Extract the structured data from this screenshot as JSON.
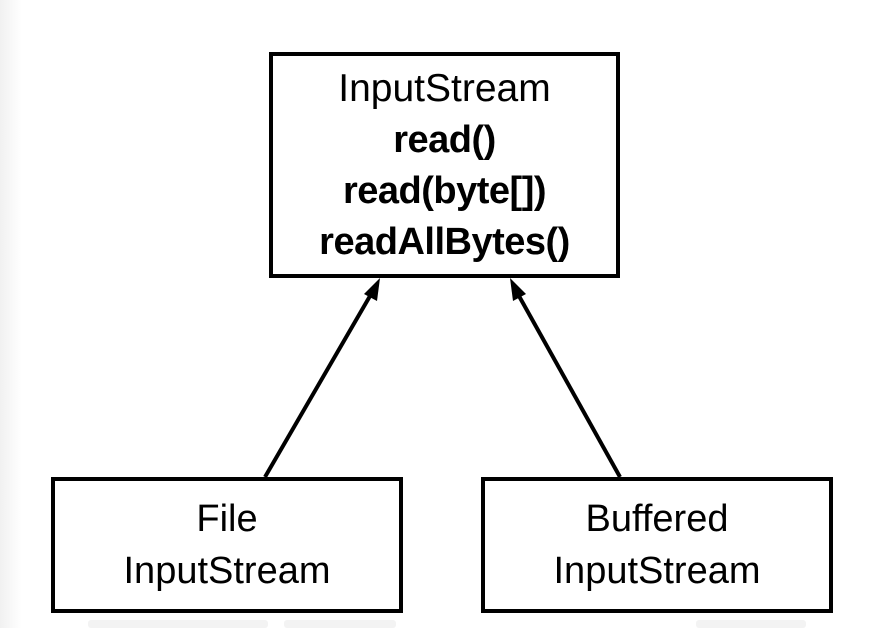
{
  "diagram": {
    "parent": {
      "name": "InputStream",
      "methods": [
        "read()",
        "read(byte[])",
        "readAllBytes()"
      ]
    },
    "children": [
      {
        "line1": "File",
        "line2": "InputStream"
      },
      {
        "line1": "Buffered",
        "line2": "InputStream"
      }
    ]
  }
}
